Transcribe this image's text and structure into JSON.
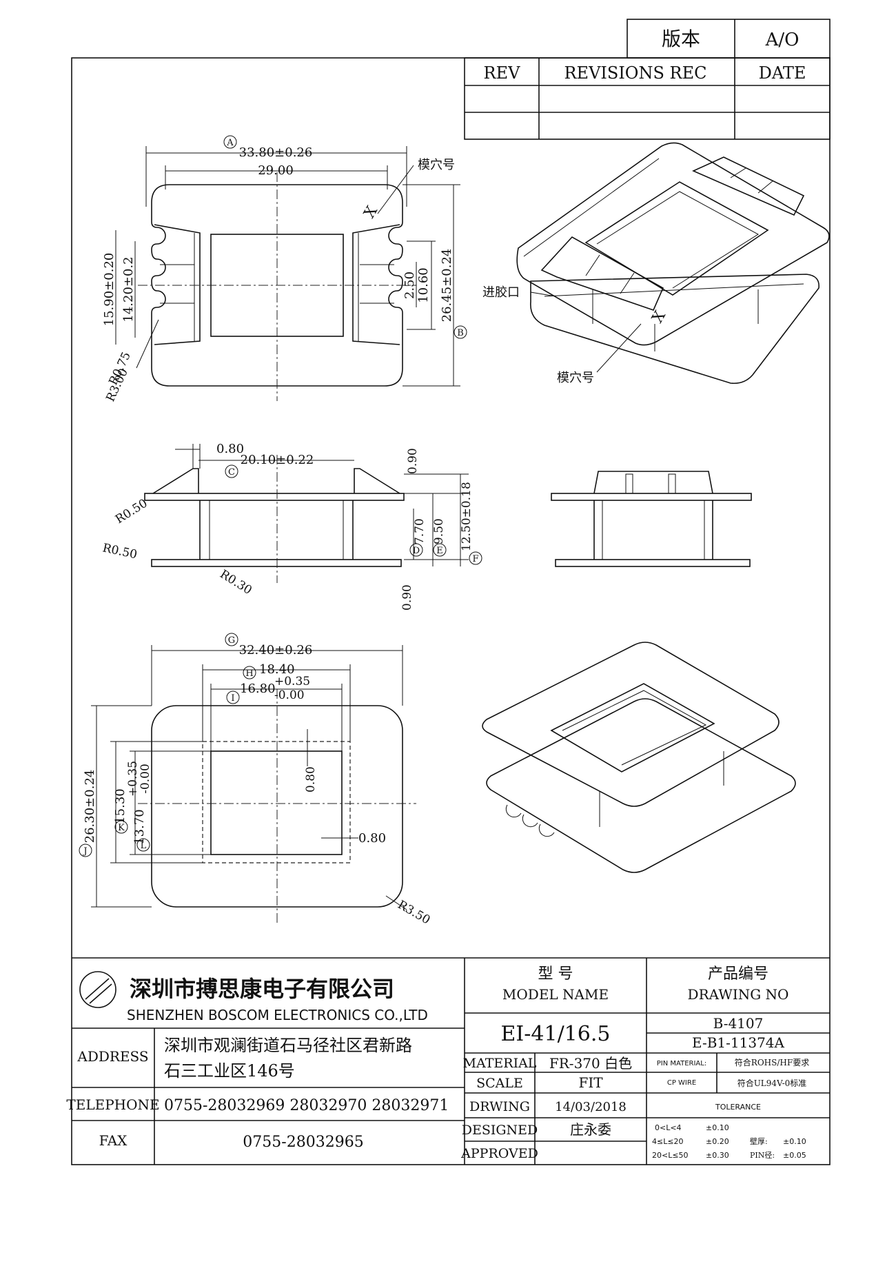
{
  "version_block": {
    "label": "版本",
    "value": "A/O"
  },
  "revision_table": {
    "headers": [
      "REV",
      "REVISIONS REC",
      "DATE"
    ],
    "rows": [
      [
        "",
        "",
        ""
      ],
      [
        "",
        "",
        ""
      ]
    ]
  },
  "top_view": {
    "dims": [
      "33.80±0.26",
      "29.00",
      "15.90±0.20",
      "14.20±0.2",
      "26.45±0.24",
      "10.60",
      "2.50",
      "R0.75",
      "R3.00"
    ],
    "bubbles": [
      "A",
      "B"
    ],
    "cavity_mark": "X",
    "cavity_label": "模穴号"
  },
  "iso_top": {
    "gate_label": "进胶口",
    "cavity_label": "模穴号",
    "cavity_mark": "X"
  },
  "side_view": {
    "dims": [
      "0.80",
      "20.10±0.22",
      "0.90",
      "R0.50",
      "R0.50",
      "R0.30",
      "7.70",
      "9.50",
      "12.50±0.18",
      "0.90"
    ],
    "bubbles": [
      "C",
      "D",
      "E",
      "F"
    ]
  },
  "bottom_view": {
    "dims": [
      "32.40±0.26",
      "18.40",
      "+0.35",
      "16.80",
      "-0.00",
      "26.30±0.24",
      "15.30",
      "+0.35",
      "13.70",
      "-0.00",
      "0.80",
      "0.80",
      "R3.50"
    ],
    "bubbles": [
      "G",
      "H",
      "I",
      "J",
      "K",
      "L"
    ]
  },
  "title_block": {
    "company_cn": "深圳市搏思康电子有限公司",
    "company_en": "SHENZHEN BOSCOM ELECTRONICS CO.,LTD",
    "address_label": "ADDRESS",
    "address_line1": "深圳市观澜街道石马径社区君新路",
    "address_line2": "石三工业区146号",
    "telephone_label": "TELEPHONE",
    "telephone": "0755-28032969 28032970 28032971",
    "fax_label": "FAX",
    "fax": "0755-28032965",
    "model_label_cn": "型    号",
    "model_label_en": "MODEL NAME",
    "model": "EI-41/16.5",
    "drawing_label_cn": "产品编号",
    "drawing_label_en": "DRAWING NO",
    "drawing_no1": "B-4107",
    "drawing_no2": "E-B1-11374A",
    "material_label": "MATERIAL",
    "material": "FR-370 白色",
    "pin_material_label": "PIN MATERIAL:",
    "pin_material": "符合ROHS/HF要求",
    "scale_label": "SCALE",
    "scale": "FIT",
    "cp_wire_label": "CP WIRE",
    "cp_wire": "符合UL94V-0标准",
    "drwing_label": "DRWING",
    "drwing_date": "14/03/2018",
    "tolerance_label": "TOLERANCE",
    "designed_label": "DESIGNED",
    "designed": "庄永委",
    "approved_label": "APPROVED",
    "approved": "",
    "tolerances": [
      {
        "range": "0<L<4",
        "value": "±0.10"
      },
      {
        "range": "4≤L≤20",
        "value": "±0.20"
      },
      {
        "range": "20<L≤50",
        "value": "±0.30"
      }
    ],
    "wall_label": "壁厚:",
    "wall_value": "±0.10",
    "pin_dia_label": "PIN径:",
    "pin_dia_value": "±0.05"
  }
}
